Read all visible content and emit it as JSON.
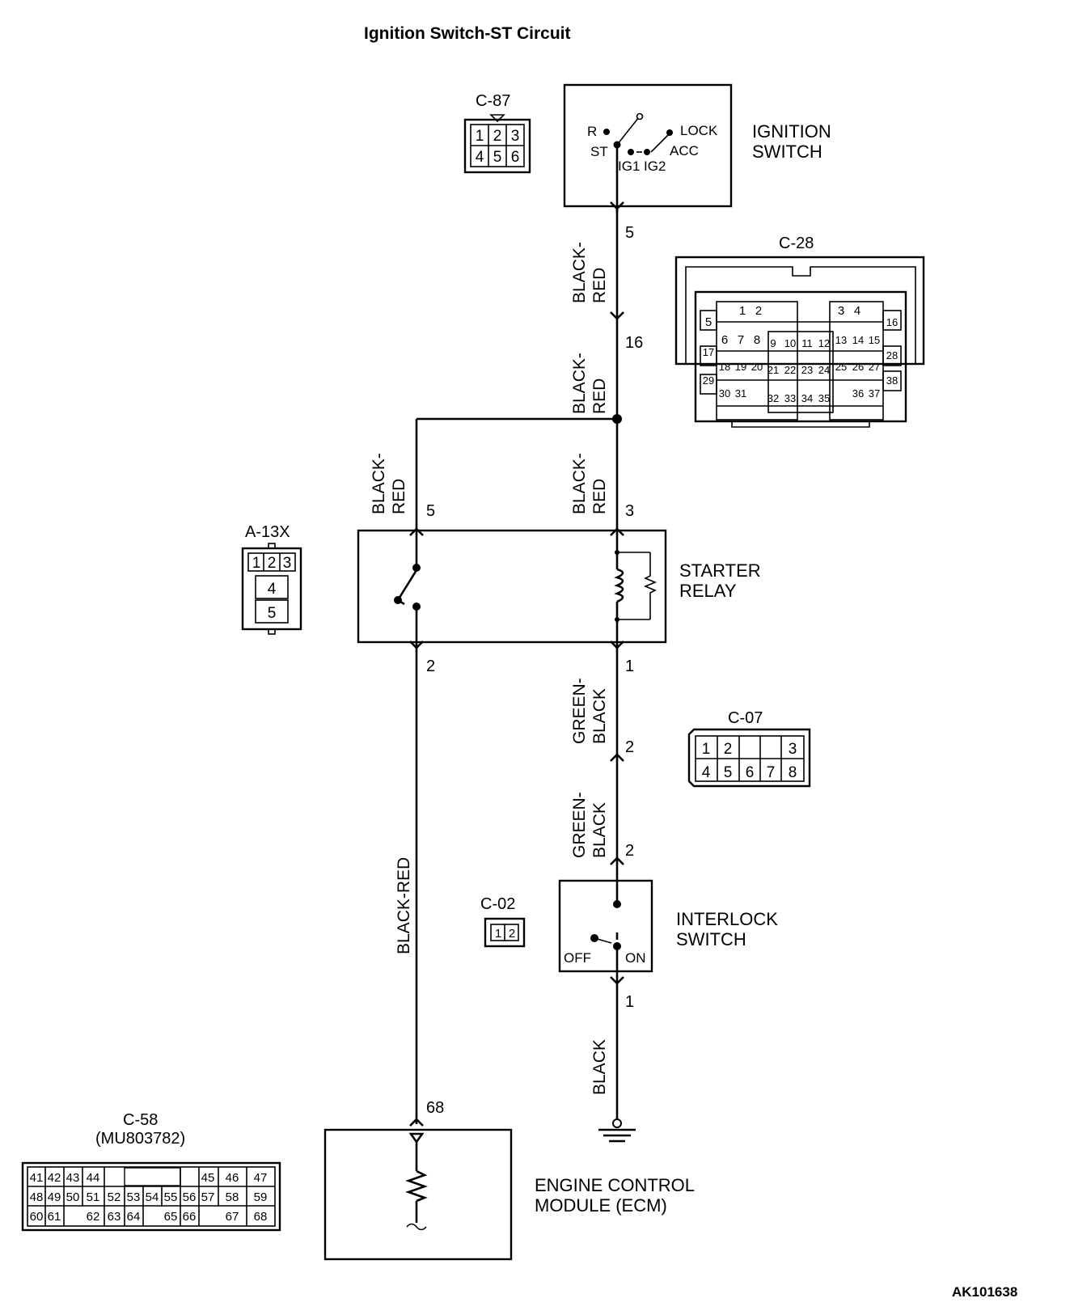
{
  "title": "Ignition Switch-ST Circuit",
  "drawing_code": "AK101638",
  "components": {
    "ignition_switch": {
      "label_line1": "IGNITION",
      "label_line2": "SWITCH",
      "positions": [
        "R",
        "ST",
        "LOCK",
        "ACC",
        "IG1",
        "IG2"
      ]
    },
    "starter_relay": {
      "label_line1": "STARTER",
      "label_line2": "RELAY"
    },
    "interlock_switch": {
      "label_line1": "INTERLOCK",
      "label_line2": "SWITCH",
      "positions": [
        "OFF",
        "ON"
      ]
    },
    "ecm": {
      "label_line1": "ENGINE CONTROL",
      "label_line2": "MODULE (ECM)"
    }
  },
  "connectors": {
    "c87": {
      "name": "C-87",
      "cells": [
        "1",
        "2",
        "3",
        "4",
        "5",
        "6"
      ]
    },
    "c28": {
      "name": "C-28",
      "cells": [
        "1",
        "2",
        "3",
        "4",
        "5",
        "6",
        "7",
        "8",
        "9",
        "10",
        "11",
        "12",
        "13",
        "14",
        "15",
        "16",
        "17",
        "18",
        "19",
        "20",
        "21",
        "22",
        "23",
        "24",
        "25",
        "26",
        "27",
        "28",
        "29",
        "30",
        "31",
        "32",
        "33",
        "34",
        "35",
        "36",
        "37",
        "38"
      ]
    },
    "a13x": {
      "name": "A-13X",
      "cells": [
        "1",
        "2",
        "3",
        "4",
        "5"
      ]
    },
    "c07": {
      "name": "C-07",
      "cells": [
        "1",
        "2",
        "3",
        "4",
        "5",
        "6",
        "7",
        "8"
      ]
    },
    "c02": {
      "name": "C-02",
      "cells": [
        "1",
        "2"
      ]
    },
    "c58": {
      "name": "C-58",
      "part": "(MU803782)",
      "cells": [
        "41",
        "42",
        "43",
        "44",
        "45",
        "46",
        "47",
        "48",
        "49",
        "50",
        "51",
        "52",
        "53",
        "54",
        "55",
        "56",
        "57",
        "58",
        "59",
        "60",
        "61",
        "62",
        "63",
        "64",
        "65",
        "66",
        "67",
        "68"
      ]
    }
  },
  "wires": {
    "black_red_hyphen": [
      "BLACK-",
      "RED"
    ],
    "green_black_hyphen": [
      "GREEN-",
      "BLACK"
    ],
    "black_red": "BLACK-RED",
    "black": "BLACK"
  },
  "pins": {
    "ign_5": "5",
    "c28_16": "16",
    "relay_5": "5",
    "relay_3": "3",
    "relay_2": "2",
    "relay_1": "1",
    "c07_2": "2",
    "interlock_2": "2",
    "interlock_1": "1",
    "ecm_68": "68"
  },
  "colors": {
    "line": "#000000",
    "background": "#ffffff"
  }
}
